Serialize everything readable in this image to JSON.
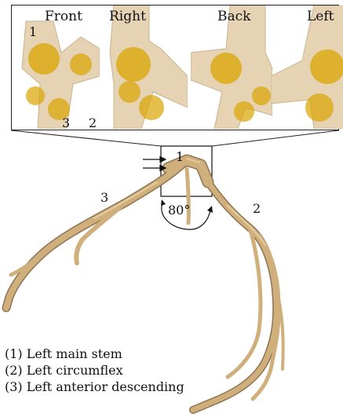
{
  "inset": {
    "views": [
      "Front",
      "Right",
      "Back",
      "Left"
    ],
    "front_numbers": [
      "1",
      "3",
      "2"
    ]
  },
  "main": {
    "branch_labels": [
      "1",
      "3",
      "2"
    ],
    "angle_label": "80°"
  },
  "legend": [
    "(1) Left main stem",
    "(2) Left circumflex",
    "(3) Left anterior descending"
  ],
  "colors": {
    "vessel": "#cfb07c",
    "vessel_dark": "#8f7450",
    "inset_vessel": "#e6d3b3",
    "marker": "#d9a400"
  }
}
